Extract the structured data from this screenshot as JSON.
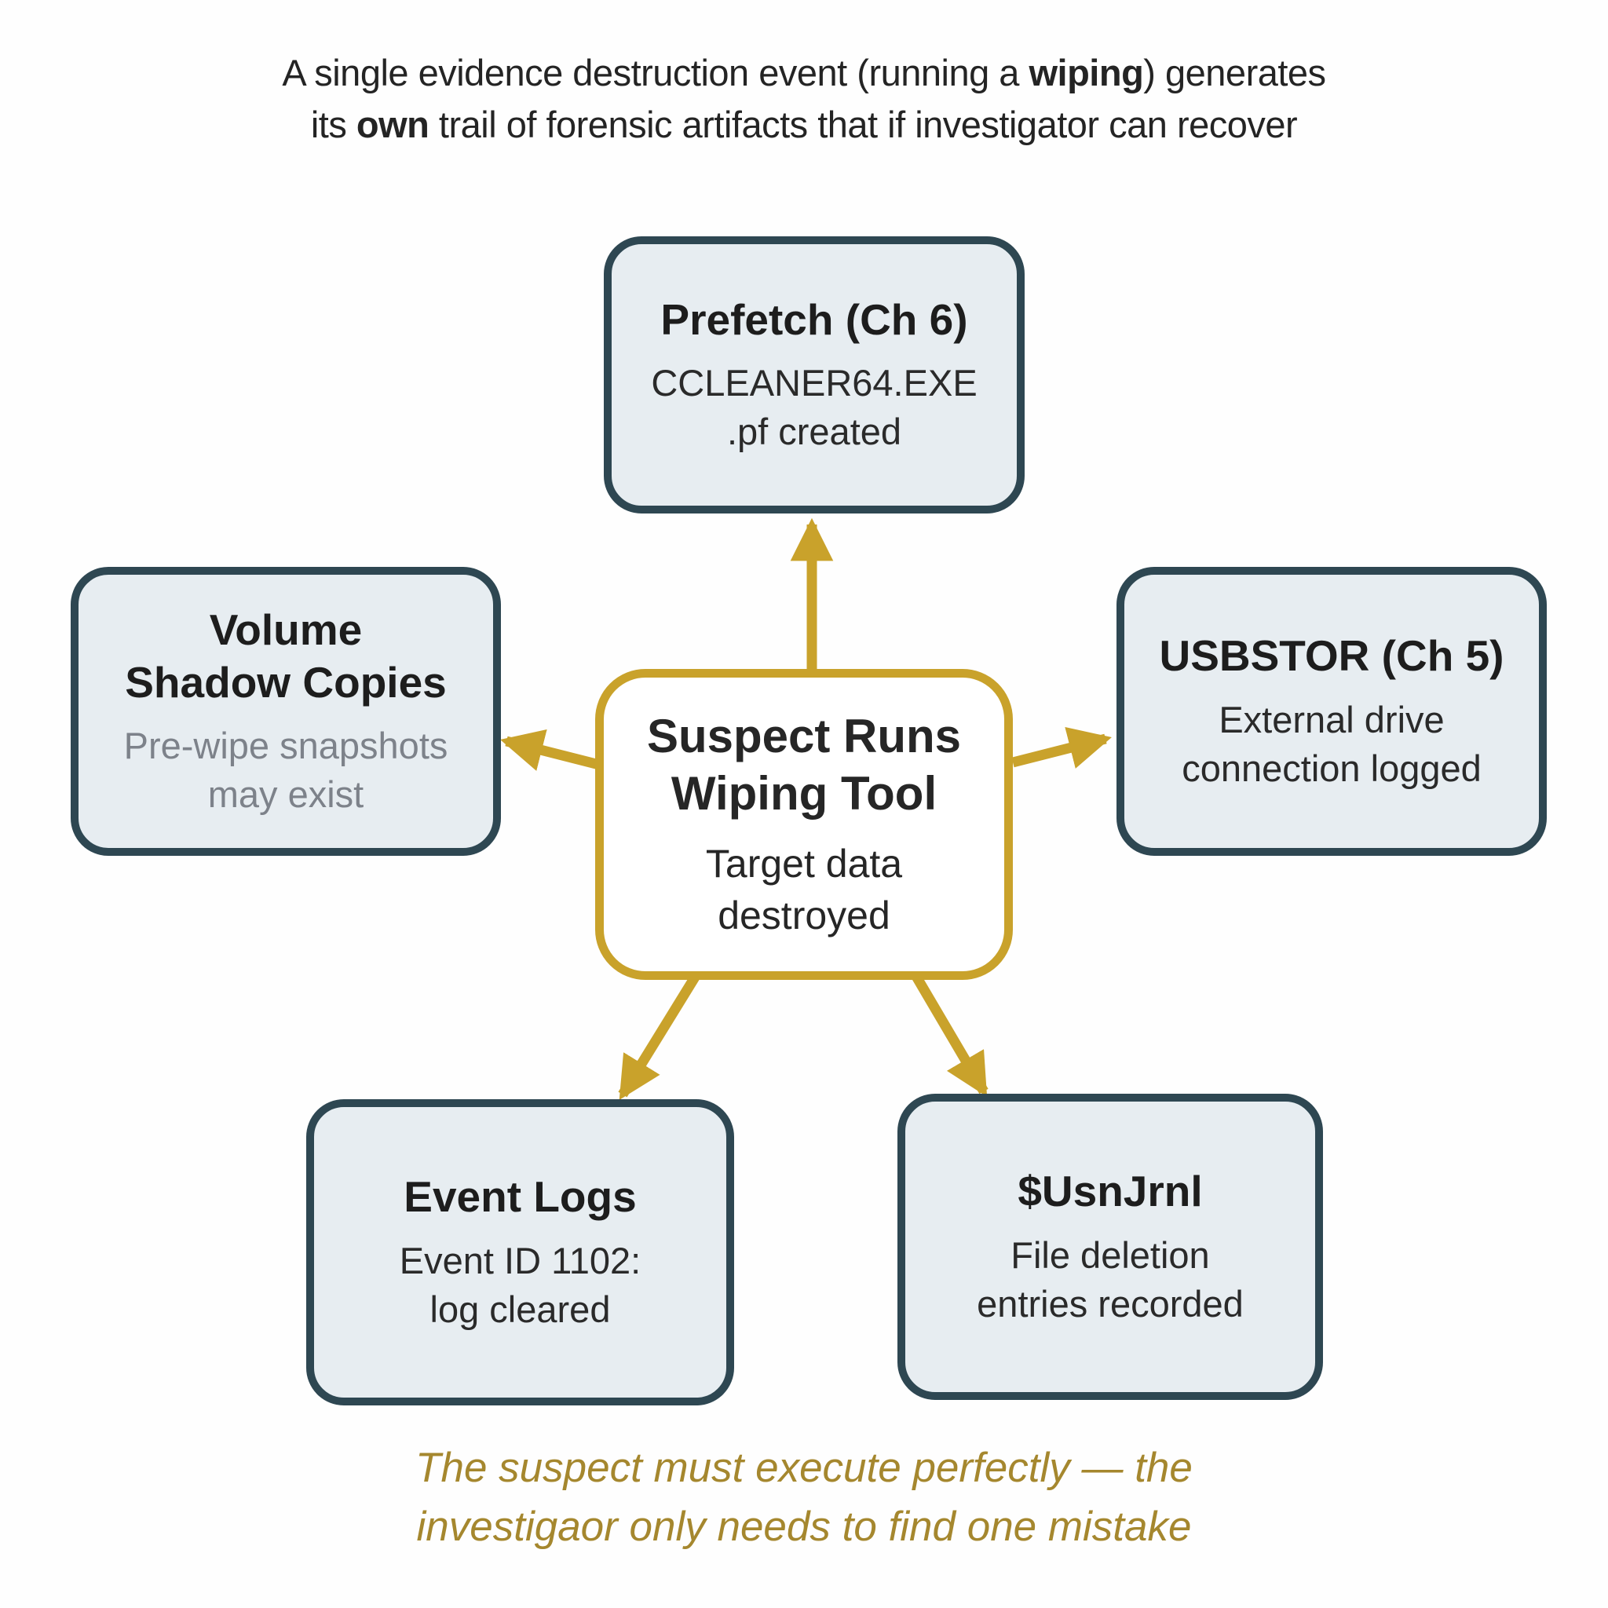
{
  "header": {
    "line1": {
      "pre": "A single evidence destruction event (running a ",
      "bold": "wiping",
      "post": ") generates"
    },
    "line2": {
      "pre": "its ",
      "bold": "own",
      "post": " trail of forensic artifacts that if investigator can recover"
    }
  },
  "center_node": {
    "title_line1": "Suspect Runs",
    "title_line2": "Wiping Tool",
    "sub_line1": "Target data",
    "sub_line2": "destroyed"
  },
  "nodes": [
    {
      "id": "prefetch",
      "title_line1": "Prefetch (Ch 6)",
      "title_line2": "",
      "sub_line1": "CCLEANER64.EXE",
      "sub_line2": ".pf created"
    },
    {
      "id": "volume-shadow-copies",
      "title_line1": "Volume",
      "title_line2": "Shadow Copies",
      "sub_line1": "Pre-wipe snapshots",
      "sub_line2": "may exist"
    },
    {
      "id": "usbstor",
      "title_line1": "USBSTOR (Ch 5)",
      "title_line2": "",
      "sub_line1": "External drive",
      "sub_line2": "connection logged"
    },
    {
      "id": "event-logs",
      "title_line1": "Event Logs",
      "title_line2": "",
      "sub_line1": "Event ID 1102:",
      "sub_line2": "log cleared"
    },
    {
      "id": "usnjrnl",
      "title_line1": "$UsnJrnl",
      "title_line2": "",
      "sub_line1": "File deletion",
      "sub_line2": "entries recorded"
    }
  ],
  "footer": {
    "line1": "The suspect must execute perfectly — the",
    "line2": "investigaor only needs to find one mistake"
  },
  "colors": {
    "background": "#fefefe",
    "node_fill": "#e7edf1",
    "node_border": "#2e4752",
    "accent_gold": "#c9a22b",
    "center_fill": "#ffffff",
    "text_dark": "#242424",
    "text_gray": "#7d828a",
    "footer_gold": "#a5872e"
  }
}
